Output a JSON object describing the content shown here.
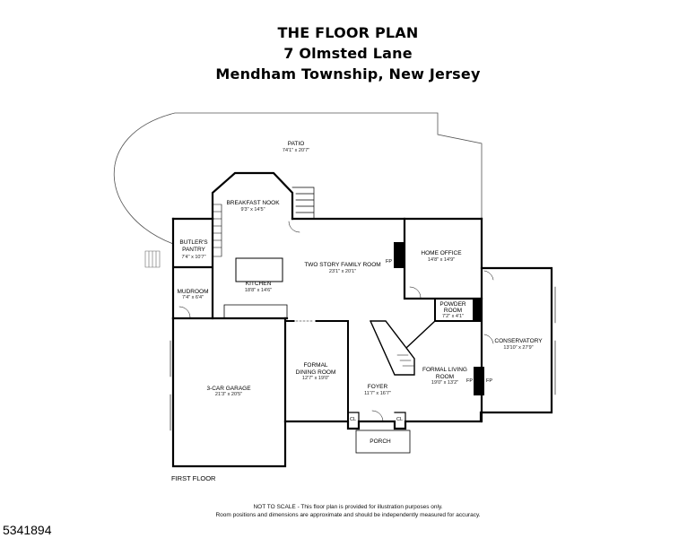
{
  "header": {
    "title": "THE FLOOR PLAN",
    "address": "7 Olmsted Lane",
    "location": "Mendham Township, New Jersey"
  },
  "rooms": {
    "patio": {
      "name": "PATIO",
      "dims": "74'1\" x 20'7\""
    },
    "breakfast_nook": {
      "name": "BREAKFAST NOOK",
      "dims": "9'3\" x 14'5\""
    },
    "butlers_pantry": {
      "name": "BUTLER'S PANTRY",
      "dims": "7'4\" x 10'7\""
    },
    "kitchen": {
      "name": "KITCHEN",
      "dims": "18'8\" x 14'6\""
    },
    "family_room": {
      "name": "TWO STORY FAMILY ROOM",
      "dims": "23'1\" x 20'1\""
    },
    "home_office": {
      "name": "HOME OFFICE",
      "dims": "14'8\" x 14'9\""
    },
    "mudroom": {
      "name": "MUDROOM",
      "dims": "7'4\" x 6'4\""
    },
    "powder_room": {
      "name": "POWDER ROOM",
      "dims": "7'2\" x 4'1\""
    },
    "conservatory": {
      "name": "CONSERVATORY",
      "dims": "13'10\" x 27'9\""
    },
    "garage": {
      "name": "3-CAR GARAGE",
      "dims": "21'3\" x 20'5\""
    },
    "dining_room": {
      "name": "FORMAL DINING ROOM",
      "dims": "12'7\" x 19'0\""
    },
    "foyer": {
      "name": "FOYER",
      "dims": "11'7\" x 16'7\""
    },
    "living_room": {
      "name": "FORMAL LIVING ROOM",
      "dims": "19'0\" x 13'2\""
    },
    "porch": {
      "name": "PORCH"
    }
  },
  "symbols": {
    "fireplace": "FP",
    "closet": "CL"
  },
  "floor_label": "FIRST FLOOR",
  "disclaimer": {
    "line1": "NOT TO SCALE - This floor plan is provided for illustration purposes only.",
    "line2": "Room positions and dimensions are approximate and should be independently measured for accuracy."
  },
  "listing_id": "5341894"
}
